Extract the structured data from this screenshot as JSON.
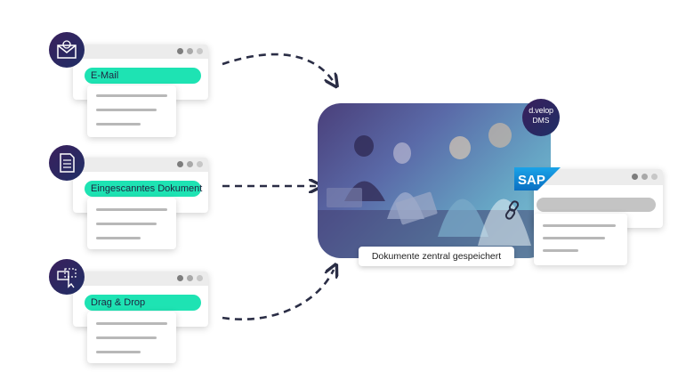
{
  "sources": [
    {
      "label": "E-Mail",
      "icon": "envelope-icon"
    },
    {
      "label": "Eingescanntes Dokument",
      "icon": "document-icon"
    },
    {
      "label": "Drag & Drop",
      "icon": "drag-drop-icon"
    }
  ],
  "center": {
    "caption": "Dokumente zentral gespeichert"
  },
  "badge": {
    "brand": "d.velop",
    "product": "DMS"
  },
  "sap": {
    "logo_text": "SAP",
    "link_icon": "chain-link-icon"
  },
  "colors": {
    "accent": "#1ee3b3",
    "dark": "#2a2d45",
    "badge": "#2d2a5e"
  }
}
